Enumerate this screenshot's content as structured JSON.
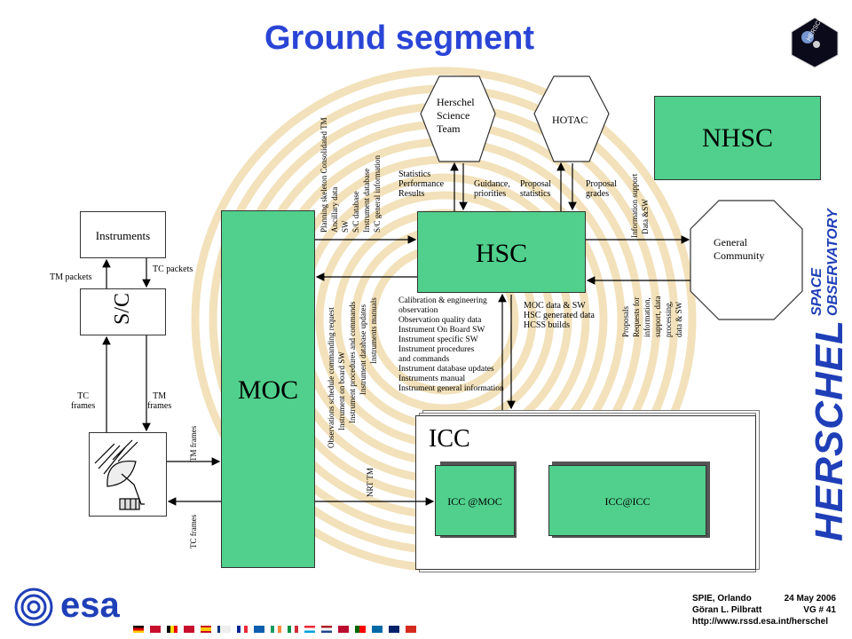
{
  "title": "Ground segment",
  "boxes": {
    "instruments": "Instruments",
    "sc": "S/C",
    "moc": "MOC",
    "hsc": "HSC",
    "nhsc": "NHSC",
    "icc": "ICC",
    "icc_moc": "ICC @MOC",
    "icc_icc": "ICC@ICC",
    "science_team": [
      "Herschel",
      "Science",
      "Team"
    ],
    "hotac": "HOTAC",
    "general_community": [
      "General",
      "Community"
    ]
  },
  "labels": {
    "tm_packets": "TM packets",
    "tc_packets": "TC packets",
    "tc_frames_left": [
      "TC",
      "frames"
    ],
    "tm_frames_left": [
      "TM",
      "frames"
    ],
    "tm_frames_dish": "TM frames",
    "tc_frames_dish": "TC frames",
    "nrt_tm": "NRT TM",
    "stats": [
      "Statistics",
      "Performance",
      "Results"
    ],
    "guidance": [
      "Guidance,",
      "priorities"
    ],
    "proposal_stats": [
      "Proposal",
      "statistics"
    ],
    "proposal_grades": [
      "Proposal",
      "grades"
    ],
    "info_support": [
      "Information support",
      "Data &SW"
    ],
    "moc_data": [
      "MOC data & SW",
      "HSC generated data",
      "HCSS  builds"
    ],
    "proposals_requests": [
      "Proposals",
      "Requests for",
      "information,",
      "support, data",
      "processing,",
      "data & SW"
    ],
    "moc_to_hsc": [
      "Planning skeleton Consolidated TM",
      "Ancillary data",
      "SW",
      "S/C database",
      "Instrument database",
      "S/C general information"
    ],
    "hsc_to_moc": [
      "Observations schedule commanding request",
      "Instrument on board SW",
      "Instrument procedures and commands",
      "Instrument database updates",
      "Instruments manuals"
    ],
    "calibration": [
      "Calibration & engineering",
      "observation",
      "Observation quality data",
      "Instrument On Board SW",
      "Instrument specific SW",
      "Instrument procedures",
      "and commands",
      "Instrument database updates",
      "Instruments manual",
      "Instrument general information"
    ]
  },
  "logo": {
    "herschel_small": "HERSCHEL",
    "herschel_side": "HERSCHEL",
    "space_observatory": "SPACE OBSERVATORY",
    "esa": "esa"
  },
  "footer": {
    "conf": "SPIE, Orlando",
    "date": "24 May 2006",
    "author": "Göran L. Pilbratt",
    "vg": "VG # 41",
    "url": "http://www.rssd.esa.int/herschel"
  },
  "colors": {
    "title": "#2a45d6",
    "box_green": "#50d08c",
    "herschel_blue": "#1f3fb8",
    "background_rays": "#f0dcae"
  }
}
